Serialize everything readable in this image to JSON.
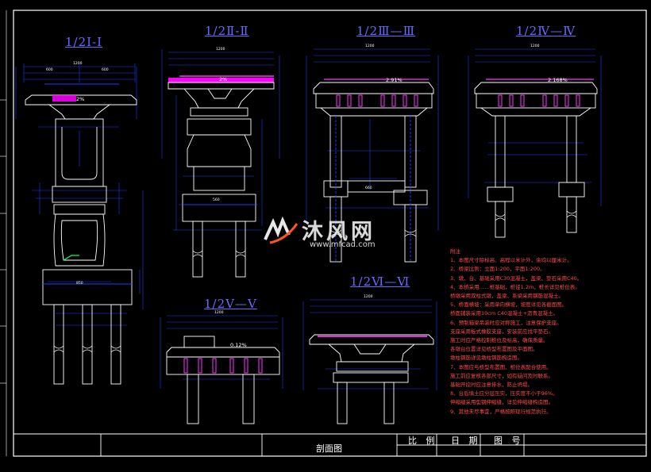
{
  "drawing": {
    "sections": [
      {
        "id": "s1",
        "title": "1/2Ⅰ-Ⅰ"
      },
      {
        "id": "s2",
        "title": "1/2Ⅱ-Ⅱ"
      },
      {
        "id": "s3",
        "title": "1/2Ⅲ—Ⅲ"
      },
      {
        "id": "s4",
        "title": "1/2Ⅳ—Ⅳ"
      },
      {
        "id": "s5",
        "title": "1/2Ⅴ—Ⅴ"
      },
      {
        "id": "s6",
        "title": "1/2Ⅵ—Ⅵ"
      }
    ],
    "slopes": {
      "s1": "2%",
      "s2": "2%",
      "s3": "2.91%",
      "s4": "2.168%",
      "s5": "0.12%"
    },
    "notes_title": "附注",
    "notes": [
      "1、本图尺寸除标高、高程以米计外，余均以厘米计。",
      "2、桥梁比例：立面1:200，平面1:200。",
      "3、墩、台、基础采用C30混凝土，盖梁、垫石采用C40。",
      "4、本桥采用……桩基础，桩径1.2m，桩长详见桩位表。",
      "   桥墩采用双柱式墩，盖梁、系梁采用钢筋混凝土。",
      "5、桥面横坡：采用单向横坡，坡度详见各截面图。",
      "   桥面铺装采用10cm C40混凝土+沥青混凝土。",
      "6、预制箱梁吊装时应对称施工，注意保护支座。",
      "   支座采用板式橡胶支座，安装前应找平垫石。",
      "   施工时应严格控制桩位及标高，确保质量。",
      "   各墩台位置详见桥型布置图及平面图。",
      "   墩柱钢筋详见墩柱钢筋构造图。",
      "7、本图应与桥型布置图、桩位表配合使用。",
      "   施工前应复核各部尺寸，如有疑问及时联系。",
      "   基础开挖时应注意排水，防止坍塌。",
      "8、台后填土应分层压实，压实度不小于96%。",
      "   伸缩缝采用型钢伸缩缝，详见伸缩缝构造图。",
      "9、其他未尽事宜，严格按照现行规范执行。"
    ],
    "title_block": {
      "drawing_name": "剖面图",
      "scale_label": "比 例",
      "date_label": "日 期",
      "number_label": "图 号"
    },
    "watermark": {
      "text": "沐风网",
      "url": "www.mfcad.com"
    },
    "colors": {
      "background": "#000000",
      "outline": "#ffffff",
      "dimension": "#1e3cff",
      "title": "#6a6aff",
      "notes": "#ff4a4a",
      "deck": "#ff00ff",
      "hatch": "#ff33ff",
      "accent": "#00ff66"
    }
  }
}
